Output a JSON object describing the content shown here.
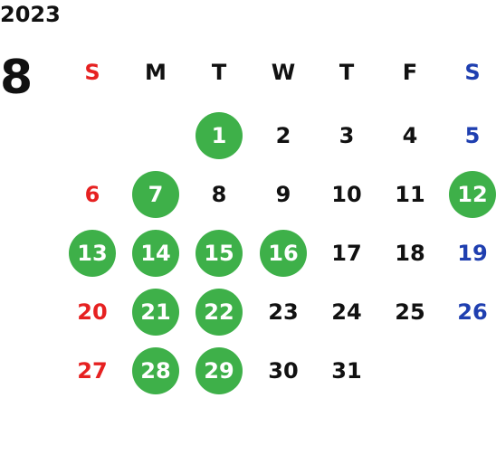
{
  "year": "2023",
  "month": "8",
  "weekdays": [
    {
      "label": "S",
      "color": "#e62121"
    },
    {
      "label": "M",
      "color": "#111111"
    },
    {
      "label": "T",
      "color": "#111111"
    },
    {
      "label": "W",
      "color": "#111111"
    },
    {
      "label": "T",
      "color": "#111111"
    },
    {
      "label": "F",
      "color": "#111111"
    },
    {
      "label": "S",
      "color": "#1f3fb0"
    }
  ],
  "first_weekday_index": 2,
  "days": [
    {
      "d": "1",
      "hl": true
    },
    {
      "d": "2",
      "hl": false
    },
    {
      "d": "3",
      "hl": false
    },
    {
      "d": "4",
      "hl": false
    },
    {
      "d": "5",
      "hl": false
    },
    {
      "d": "6",
      "hl": false
    },
    {
      "d": "7",
      "hl": true
    },
    {
      "d": "8",
      "hl": false
    },
    {
      "d": "9",
      "hl": false
    },
    {
      "d": "10",
      "hl": false
    },
    {
      "d": "11",
      "hl": false
    },
    {
      "d": "12",
      "hl": true
    },
    {
      "d": "13",
      "hl": true
    },
    {
      "d": "14",
      "hl": true
    },
    {
      "d": "15",
      "hl": true
    },
    {
      "d": "16",
      "hl": true
    },
    {
      "d": "17",
      "hl": false
    },
    {
      "d": "18",
      "hl": false
    },
    {
      "d": "19",
      "hl": false
    },
    {
      "d": "20",
      "hl": false
    },
    {
      "d": "21",
      "hl": true
    },
    {
      "d": "22",
      "hl": true
    },
    {
      "d": "23",
      "hl": false
    },
    {
      "d": "24",
      "hl": false
    },
    {
      "d": "25",
      "hl": false
    },
    {
      "d": "26",
      "hl": false
    },
    {
      "d": "27",
      "hl": false
    },
    {
      "d": "28",
      "hl": true
    },
    {
      "d": "29",
      "hl": true
    },
    {
      "d": "30",
      "hl": false
    },
    {
      "d": "31",
      "hl": false
    }
  ],
  "colors": {
    "sunday": "#e62121",
    "saturday": "#1f3fb0",
    "weekday": "#111111",
    "highlight": "#3eb049",
    "highlight_text": "#ffffff"
  }
}
